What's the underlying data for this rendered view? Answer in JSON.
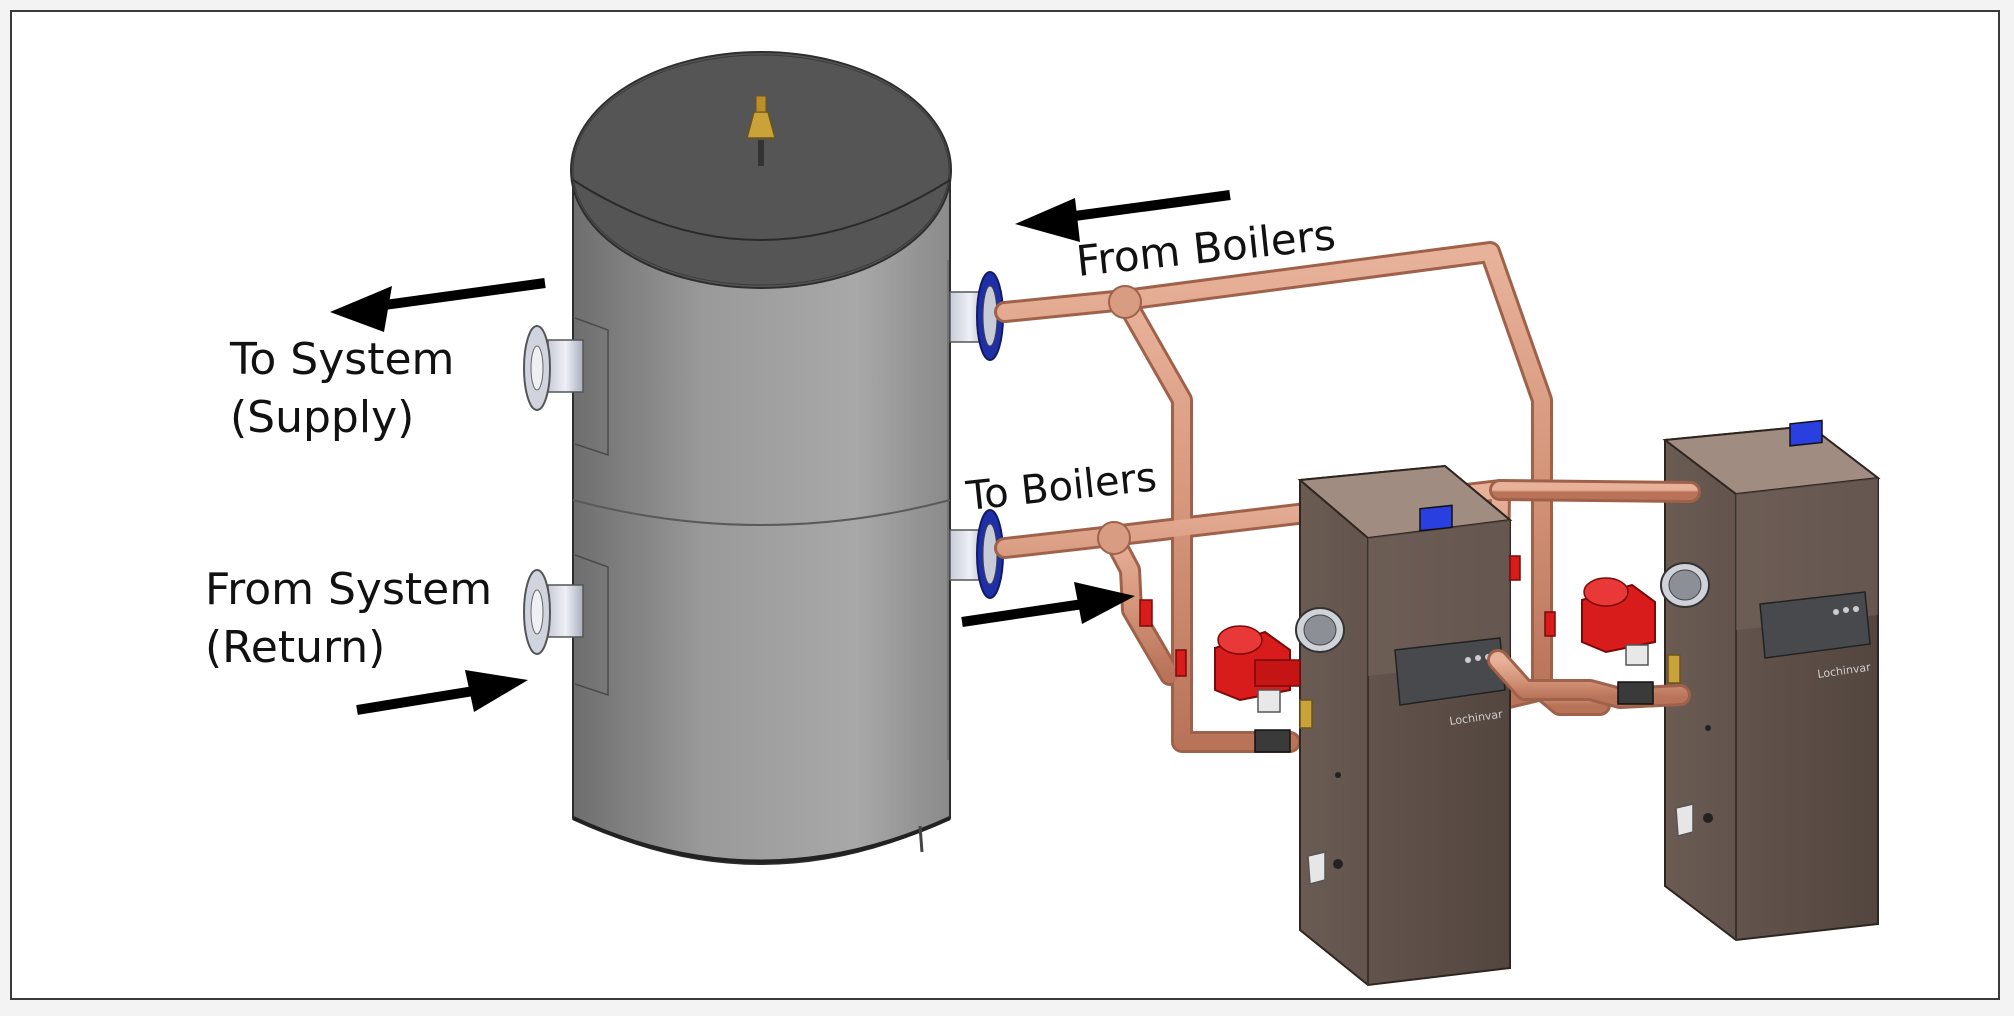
{
  "diagram": {
    "labels": {
      "to_system_line1": "To System",
      "to_system_line2": "(Supply)",
      "from_system_line1": "From System",
      "from_system_line2": "(Return)",
      "from_boilers": "From Boilers",
      "to_boilers": "To Boilers"
    },
    "components": {
      "tank": "buffer-tank",
      "boilers": [
        "boiler-1",
        "boiler-2"
      ],
      "pumps": [
        "circulator-pump-1",
        "circulator-pump-2"
      ]
    },
    "colors": {
      "tank_body": "#8f8f8f",
      "tank_top": "#555555",
      "copper_pipe": "#d4957a",
      "copper_dark": "#b87359",
      "boiler_body": "#5e5049",
      "boiler_top": "#a18c82",
      "pump_red": "#d81b1b",
      "flange_blue": "#1f2fa8",
      "arrow": "#000000",
      "display_blue": "#2a3fe0"
    }
  }
}
